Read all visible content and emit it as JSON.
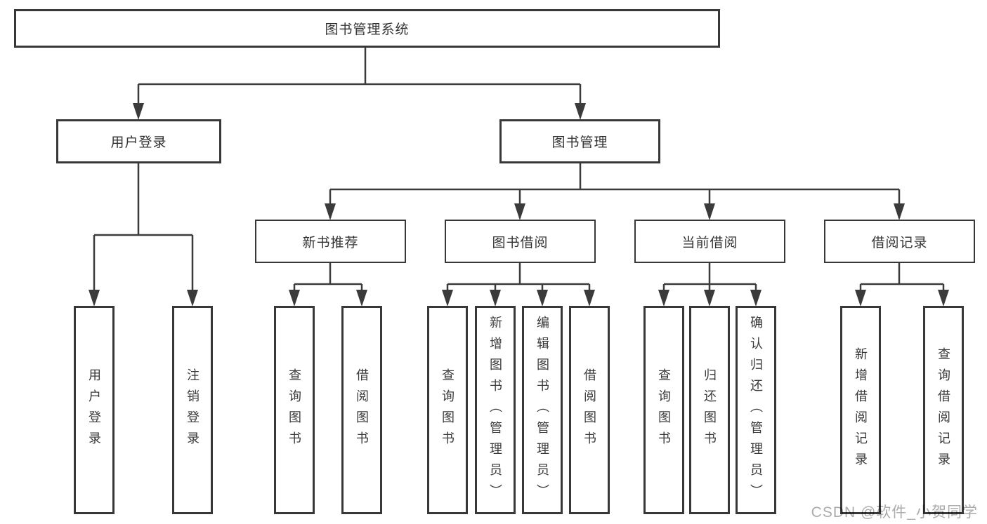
{
  "colors": {
    "background": "#ffffff",
    "connector_line": "#3b3b3b",
    "box_border": "#383838",
    "text": "#333333",
    "watermark": "#ababab"
  },
  "watermark": {
    "text": "CSDN @软件_小贺同学"
  },
  "nodes": {
    "root": {
      "label": "图书管理系统"
    },
    "level2": {
      "user_login": {
        "label": "用户登录"
      },
      "book_management": {
        "label": "图书管理"
      }
    },
    "level3": {
      "new_book_recommend": {
        "label": "新书推荐"
      },
      "book_borrowing": {
        "label": "图书借阅"
      },
      "current_borrowing": {
        "label": "当前借阅"
      },
      "borrowing_records": {
        "label": "借阅记录"
      }
    },
    "leaves": {
      "user_login": {
        "label": "用户登录"
      },
      "logout": {
        "label": "注销登录"
      },
      "query_book_recommend": {
        "label": "查询图书"
      },
      "borrow_book_recommend": {
        "label": "借阅图书"
      },
      "query_book_borrowing": {
        "label": "查询图书"
      },
      "add_book_admin": {
        "label": "新增图书（管理员）"
      },
      "edit_book_admin": {
        "label": "编辑图书（管理员）"
      },
      "borrow_book_borrowing": {
        "label": "借阅图书"
      },
      "query_book_current": {
        "label": "查询图书"
      },
      "return_book": {
        "label": "归还图书"
      },
      "confirm_return_admin": {
        "label": "确认归还（管理员）"
      },
      "add_borrow_record": {
        "label": "新增借阅记录"
      },
      "query_borrow_record": {
        "label": "查询借阅记录"
      }
    }
  }
}
